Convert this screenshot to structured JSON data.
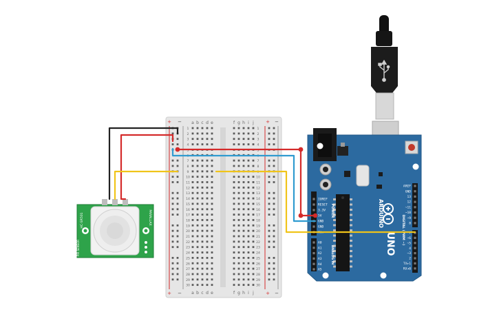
{
  "breadboard": {
    "col_letters_left": [
      "a",
      "b",
      "c",
      "d",
      "e"
    ],
    "col_letters_right": [
      "f",
      "g",
      "h",
      "i",
      "j"
    ],
    "row_labels": [
      "1",
      "2",
      "3",
      "4",
      "5",
      "6",
      "7",
      "8",
      "9",
      "10",
      "11",
      "12",
      "13",
      "14",
      "15",
      "16",
      "17",
      "18",
      "19",
      "20",
      "21",
      "22",
      "23",
      "24",
      "25",
      "26",
      "27",
      "28",
      "29",
      "30"
    ],
    "rail_plus": "+",
    "rail_minus": "−"
  },
  "arduino": {
    "brand": "ARDUINO",
    "model": "UNO",
    "power_label": "POWER",
    "analog_label": "ANALOG IN",
    "digital_label": "DIGITAL (PWM ~)",
    "power_pins": [
      "IOREF",
      "RESET",
      "3.3V",
      "5V",
      "GND",
      "GND",
      "Vin"
    ],
    "analog_pins": [
      "A0",
      "A1",
      "A2",
      "A3",
      "A4",
      "A5"
    ],
    "digital_top_pins": [
      "AREF",
      "GND",
      "13",
      "12",
      "~11",
      "~10",
      "~9",
      "8"
    ],
    "digital_bottom_pins": [
      "7",
      "~6",
      "~5",
      "4",
      "~3",
      "2",
      "TX▸1",
      "RX◂0"
    ]
  },
  "pir_sensor": {
    "label_left": "HC-SR501",
    "label_left2": "PIR SENSOR",
    "label_right": "PARALLAX"
  },
  "colors": {
    "wire_black": "#222222",
    "wire_red": "#d42a2a",
    "wire_blue": "#2f9bd0",
    "wire_yellow": "#f0c419",
    "board_blue": "#2c6aa0",
    "pcb_green": "#2ea34a",
    "breadboard": "#e6e6e6"
  },
  "icons": [
    "usb-icon",
    "arduino-logo-icon",
    "reset-button-icon"
  ]
}
